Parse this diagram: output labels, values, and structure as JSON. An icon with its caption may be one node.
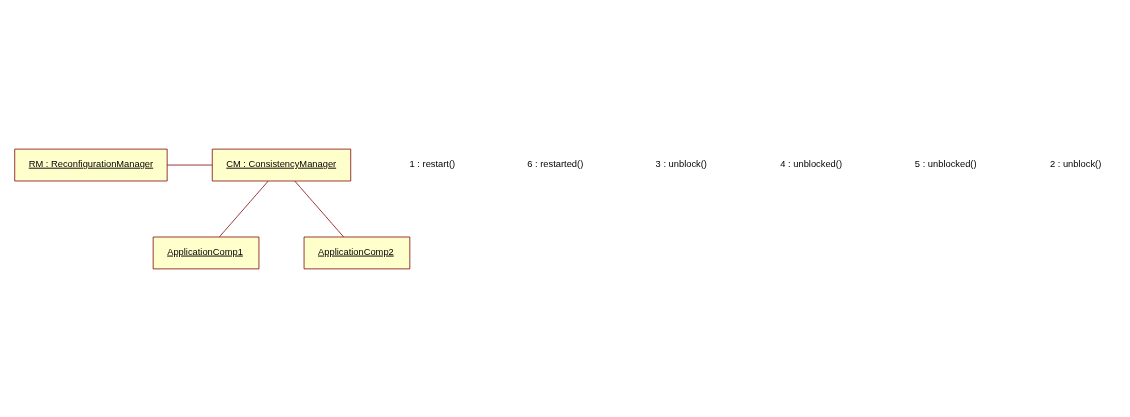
{
  "diagram": {
    "nodes": [
      {
        "text": [
          "RM : ReconfigurationManager"
        ]
      },
      {
        "text": [
          "CM : ConsistencyManager"
        ]
      },
      {
        "text": [
          "ApplicationComp1"
        ]
      },
      {
        "text": [
          "ApplicationComp2"
        ]
      }
    ],
    "edges": [
      {
        "from": 0,
        "to": 1,
        "arrow": "none"
      },
      {
        "from": 1,
        "to": 2,
        "arrow": "none"
      },
      {
        "from": 1,
        "to": 3,
        "arrow": "none"
      }
    ],
    "labels": [
      "1 : restart()",
      "6 : restarted()",
      "3 : unblock()",
      "4 : unblocked()",
      "5 : unblocked()",
      "2 : unblock()"
    ]
  }
}
